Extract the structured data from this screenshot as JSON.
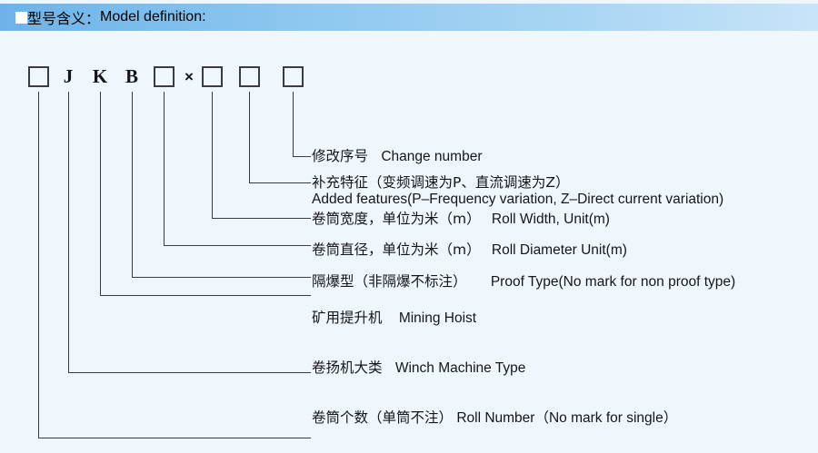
{
  "header": {
    "marker_icon": "filled-square-icon",
    "title_cn": "型号含义",
    "colon": "：",
    "title_en": "Model definition:"
  },
  "model_code": {
    "segments": [
      {
        "type": "box",
        "label": "",
        "name": "code-box-roll-number"
      },
      {
        "type": "letter",
        "label": "J",
        "name": "code-letter-j"
      },
      {
        "type": "letter",
        "label": "K",
        "name": "code-letter-k"
      },
      {
        "type": "letter",
        "label": "B",
        "name": "code-letter-b"
      },
      {
        "type": "box",
        "label": "",
        "name": "code-box-proof-type"
      },
      {
        "type": "times",
        "label": "×",
        "name": "code-multiply-sign"
      },
      {
        "type": "box",
        "label": "",
        "name": "code-box-roll-diameter"
      },
      {
        "type": "box",
        "label": "",
        "name": "code-box-roll-width"
      },
      {
        "type": "box",
        "label": "",
        "name": "code-box-change-number"
      }
    ]
  },
  "descriptions": [
    {
      "id": "change-number",
      "cn": "修改序号",
      "en": "Change number",
      "en2": ""
    },
    {
      "id": "added-features",
      "cn": "补充特征（变频调速为P、直流调速为Z）",
      "en": "",
      "en2": "Added features(P–Frequency variation, Z–Direct current variation)"
    },
    {
      "id": "roll-width",
      "cn": "卷筒宽度，单位为米（m）",
      "en": "Roll Width, Unit(m)",
      "en2": ""
    },
    {
      "id": "roll-diameter",
      "cn": "卷筒直径，单位为米（m）",
      "en": "Roll Diameter Unit(m)",
      "en2": ""
    },
    {
      "id": "proof-type",
      "cn": "隔爆型（非隔爆不标注）",
      "en": "Proof Type(No mark for non proof type)",
      "en2": ""
    },
    {
      "id": "mining-hoist",
      "cn": "矿用提升机",
      "en": "Mining Hoist",
      "en2": ""
    },
    {
      "id": "winch-machine-type",
      "cn": "卷扬机大类",
      "en": "Winch Machine Type",
      "en2": ""
    },
    {
      "id": "roll-number",
      "cn": "卷筒个数（单筒不注）",
      "en": "Roll Number（No mark for single）",
      "en2": ""
    }
  ],
  "colors": {
    "background": "#eff6fc",
    "header_start": "#6db3e8",
    "header_end": "#c8e4f8",
    "line": "#3b3b45",
    "text": "#15151c"
  }
}
